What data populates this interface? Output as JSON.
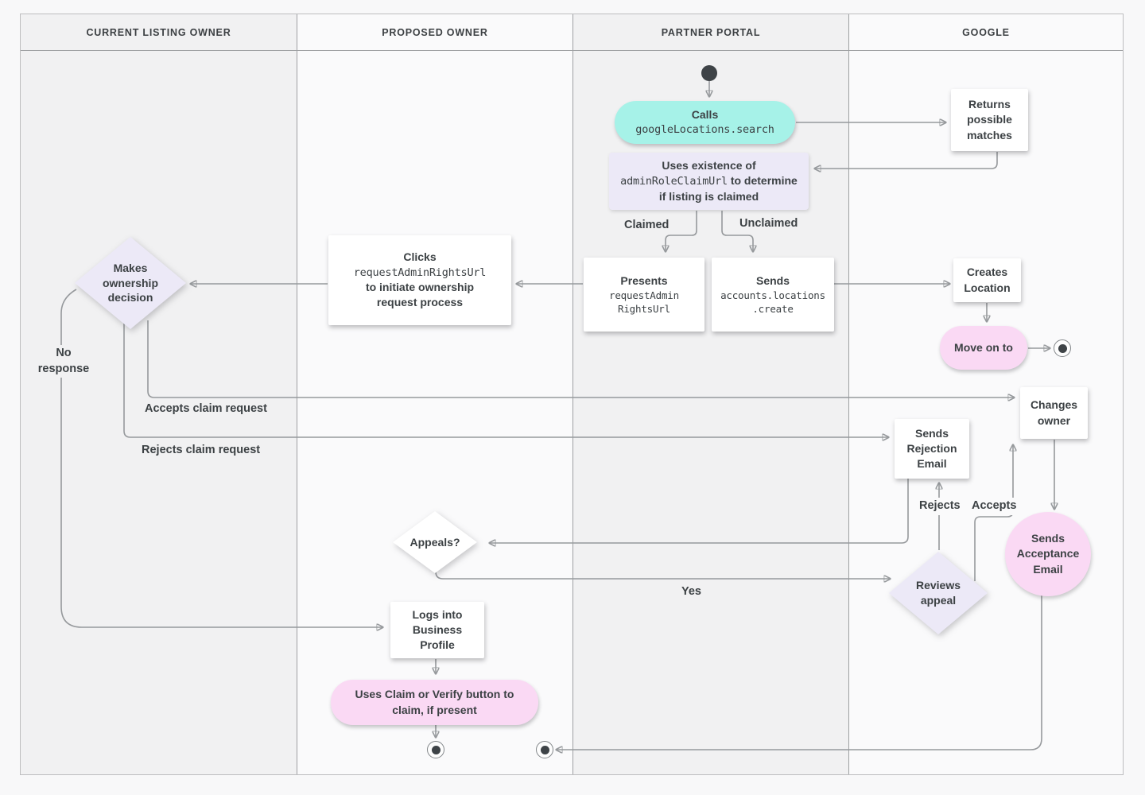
{
  "lanes": [
    "CURRENT LISTING OWNER",
    "PROPOSED OWNER",
    "PARTNER PORTAL",
    "GOOGLE"
  ],
  "nodes": {
    "calls": {
      "title": "Calls",
      "code": "googleLocations.search"
    },
    "returns_matches": {
      "label": "Returns possible matches"
    },
    "uses_existence": {
      "pre": "Uses existence of",
      "code": "adminRoleClaimUrl",
      "post": "to determine if listing is claimed"
    },
    "presents": {
      "title": "Presents",
      "code_line1": "requestAdmin",
      "code_line2": "RightsUrl"
    },
    "sends_create": {
      "title": "Sends",
      "code_line1": "accounts.locations",
      "code_line2": ".create"
    },
    "creates_location": {
      "label": "Creates Location"
    },
    "move_on": {
      "label": "Move on to"
    },
    "clicks": {
      "title": "Clicks",
      "code": "requestAdminRightsUrl",
      "post": "to initiate ownership request process"
    },
    "makes_decision": {
      "label": "Makes ownership decision"
    },
    "sends_rejection": {
      "label": "Sends Rejection Email"
    },
    "changes_owner": {
      "label": "Changes owner"
    },
    "sends_acceptance": {
      "label": "Sends Acceptance Email"
    },
    "appeals": {
      "label": "Appeals?"
    },
    "reviews_appeal": {
      "label": "Reviews appeal"
    },
    "logs_in": {
      "label": "Logs into Business Profile"
    },
    "claim_verify": {
      "label": "Uses Claim or Verify button to claim, if present"
    }
  },
  "edge_labels": {
    "claimed": "Claimed",
    "unclaimed": "Unclaimed",
    "no_response": "No response",
    "accepts_claim": "Accepts claim request",
    "rejects_claim": "Rejects claim request",
    "rejects": "Rejects",
    "accepts": "Accepts",
    "yes": "Yes"
  },
  "colors": {
    "teal": "#A6F2E8",
    "lavender": "#ECE9F7",
    "pink": "#FAD9F4",
    "line": "#96999C",
    "text": "#3C4144"
  }
}
